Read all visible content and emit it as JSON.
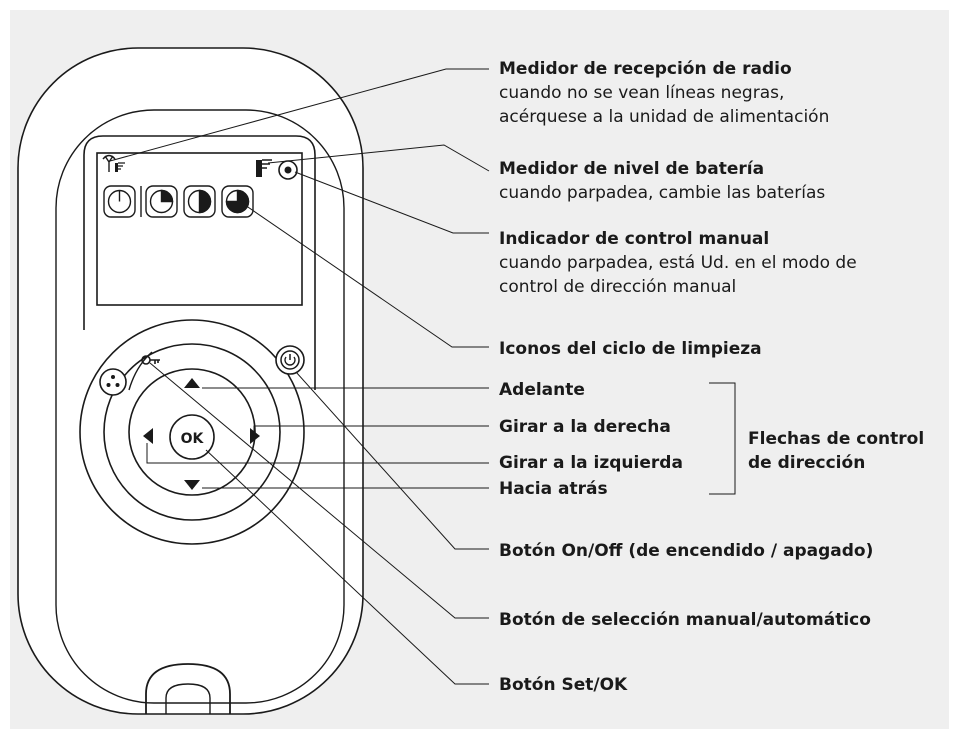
{
  "device": {
    "ok_button": "OK"
  },
  "labels": {
    "radio": {
      "title": "Medidor de recepción de radio",
      "line1": "cuando no se vean líneas negras,",
      "line2": "acérquese a la unidad de alimentación"
    },
    "battery": {
      "title": "Medidor de nivel de batería",
      "line1": "cuando parpadea, cambie las baterías"
    },
    "manual": {
      "title": "Indicador de control manual",
      "line1": "cuando parpadea, está Ud. en el modo de",
      "line2": "control de dirección manual"
    },
    "cycle": {
      "title": "Iconos del ciclo de limpieza"
    },
    "arrows": {
      "forward": "Adelante",
      "right": "Girar a la derecha",
      "left": "Girar a la izquierda",
      "back": "Hacia atrás",
      "group_line1": "Flechas de control",
      "group_line2": "de dirección"
    },
    "onoff": {
      "title": "Botón On/Off (de encendido / apagado)"
    },
    "mode": {
      "title": "Botón de selección manual/automático"
    },
    "setok": {
      "title": "Botón Set/OK"
    }
  },
  "colors": {
    "background": "#efefef",
    "device_fill": "#ffffff",
    "stroke": "#1a1a1a"
  }
}
